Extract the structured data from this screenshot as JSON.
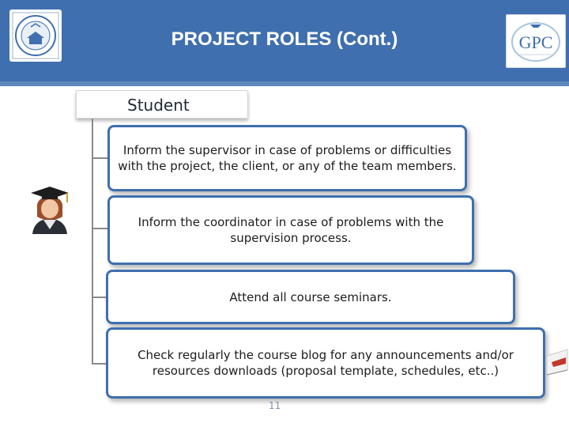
{
  "slide": {
    "title": "PROJECT ROLES (Cont.)",
    "page_number": "11"
  },
  "logos": {
    "right_text": "GPC"
  },
  "student_label": "Student",
  "items": [
    {
      "text": "Inform the supervisor in case of problems or difficulties with the project, the client, or any of the team members."
    },
    {
      "text": "Inform the coordinator in case of problems with the supervision process."
    },
    {
      "text": "Attend all course seminars."
    },
    {
      "text": "Check regularly the course blog for any announcements and/or resources downloads (proposal template, schedules, etc..)"
    }
  ],
  "colors": {
    "header": "#3f6fae",
    "card_border": "#3f6fae"
  }
}
